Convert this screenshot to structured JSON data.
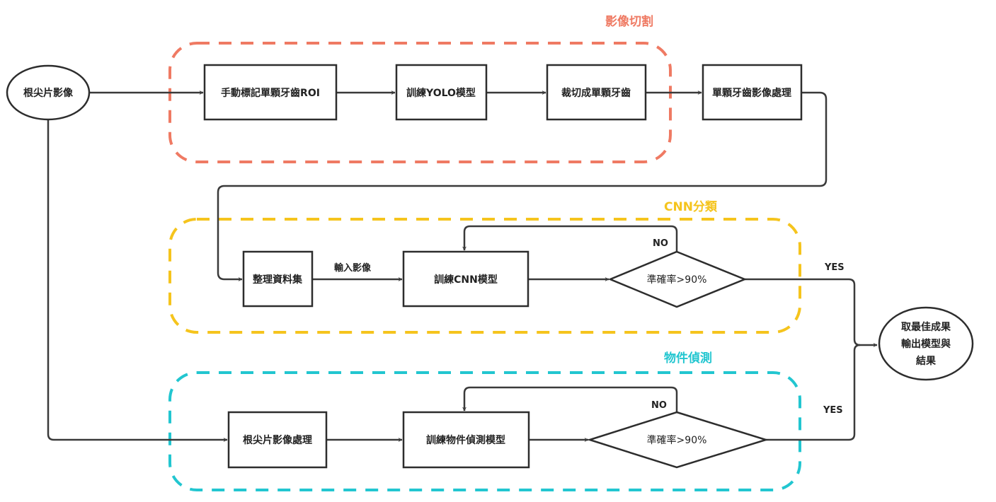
{
  "groups": [
    {
      "id": "segmentation",
      "title": "影像切割",
      "color": "#ef7a63"
    },
    {
      "id": "cnn",
      "title": "CNN分類",
      "color": "#f5c41d"
    },
    {
      "id": "detection",
      "title": "物件偵測",
      "color": "#22c6d0"
    }
  ],
  "nodes": {
    "start": "根尖片影像",
    "manual_roi": "手動標記單顆牙齒ROI",
    "train_yolo": "訓練YOLO模型",
    "crop_teeth": "裁切成單顆牙齒",
    "tooth_processing": "單顆牙齒影像處理",
    "organize_dataset": "整理資料集",
    "train_cnn": "訓練CNN模型",
    "cnn_decision": "準確率>90%",
    "xray_processing": "根尖片影像處理",
    "train_detector": "訓練物件偵測模型",
    "det_decision": "準確率>90%",
    "end": [
      "取最佳成果",
      "輸出模型與",
      "結果"
    ]
  },
  "edge_labels": {
    "input_images": "輸入影像",
    "cnn_no": "NO",
    "cnn_yes": "YES",
    "det_no": "NO",
    "det_yes": "YES"
  }
}
